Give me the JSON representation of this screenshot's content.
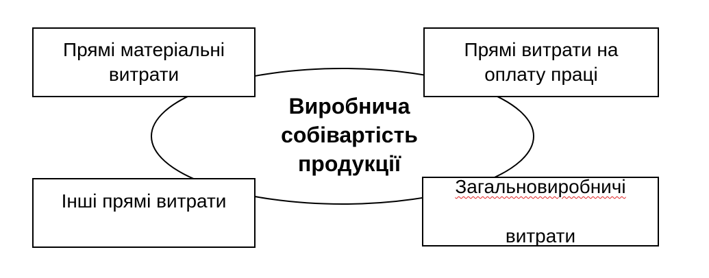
{
  "diagram": {
    "center": "Виробнича\nсобівартість\nпродукції",
    "boxes": {
      "top_left": "Прямі матеріальні\nвитрати",
      "top_right": "Прямі витрати на\nоплату праці",
      "bottom_left": "Інші прямі витрати",
      "bottom_right_line1": "Загальновиробничі",
      "bottom_right_line2": "витрати"
    }
  }
}
